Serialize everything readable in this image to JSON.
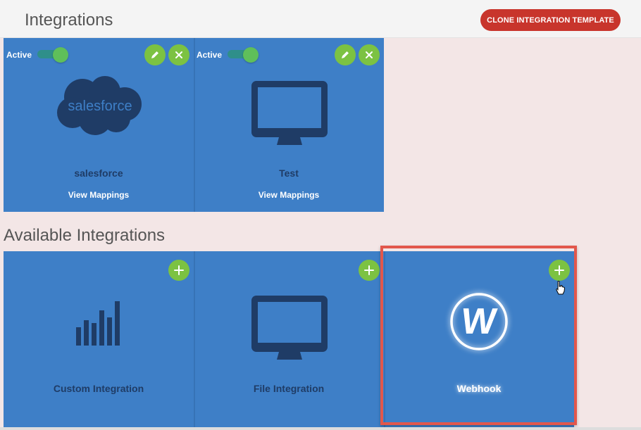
{
  "header": {
    "title": "Integrations",
    "clone_button": "CLONE INTEGRATION TEMPLATE"
  },
  "active_integrations": [
    {
      "status_label": "Active",
      "name": "salesforce",
      "logo_text": "salesforce",
      "link": "View Mappings",
      "icon": "salesforce-cloud-icon"
    },
    {
      "status_label": "Active",
      "name": "Test",
      "link": "View Mappings",
      "icon": "monitor-icon"
    }
  ],
  "available": {
    "title": "Available Integrations",
    "items": [
      {
        "name": "Custom Integration",
        "icon": "bar-chart-icon"
      },
      {
        "name": "File Integration",
        "icon": "monitor-icon"
      },
      {
        "name": "Webhook",
        "icon": "webhook-w-icon",
        "logo_letter": "W"
      }
    ]
  },
  "colors": {
    "card_bg": "#3e7fc7",
    "icon_dark": "#1f3c66",
    "green": "#7cc242",
    "clone_red": "#c8352c",
    "highlight": "#e2574c"
  }
}
